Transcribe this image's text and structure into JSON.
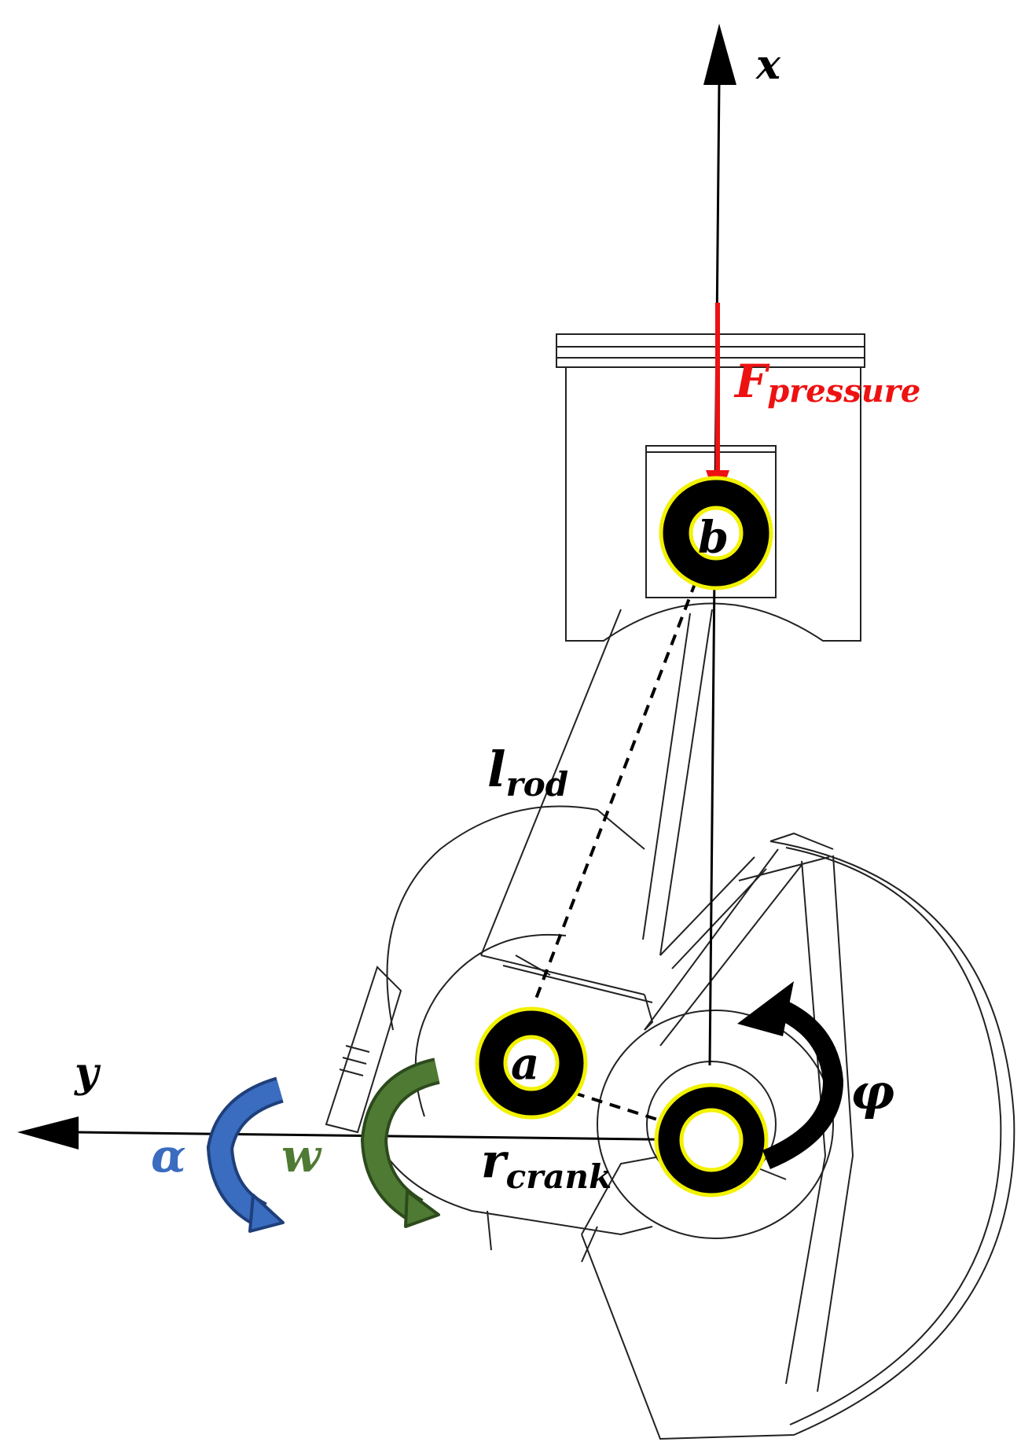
{
  "axes": {
    "x_label": "x",
    "y_label": "y"
  },
  "joints": {
    "a_label": "a",
    "b_label": "b"
  },
  "labels": {
    "force_main": "F",
    "force_sub": "pressure",
    "rod_main": "l",
    "rod_sub": "rod",
    "crank_main": "r",
    "crank_sub": "crank",
    "phi": "φ",
    "alpha": "α",
    "omega": "w"
  },
  "colors": {
    "force": "#ee1111",
    "alpha": "#3a6cc0",
    "alpha_edge": "#1f3f7a",
    "omega": "#4f7a34",
    "omega_edge": "#2d4a1c",
    "joint_ring": "#000000",
    "joint_highlight": "#f2f200",
    "outline": "#222222"
  }
}
